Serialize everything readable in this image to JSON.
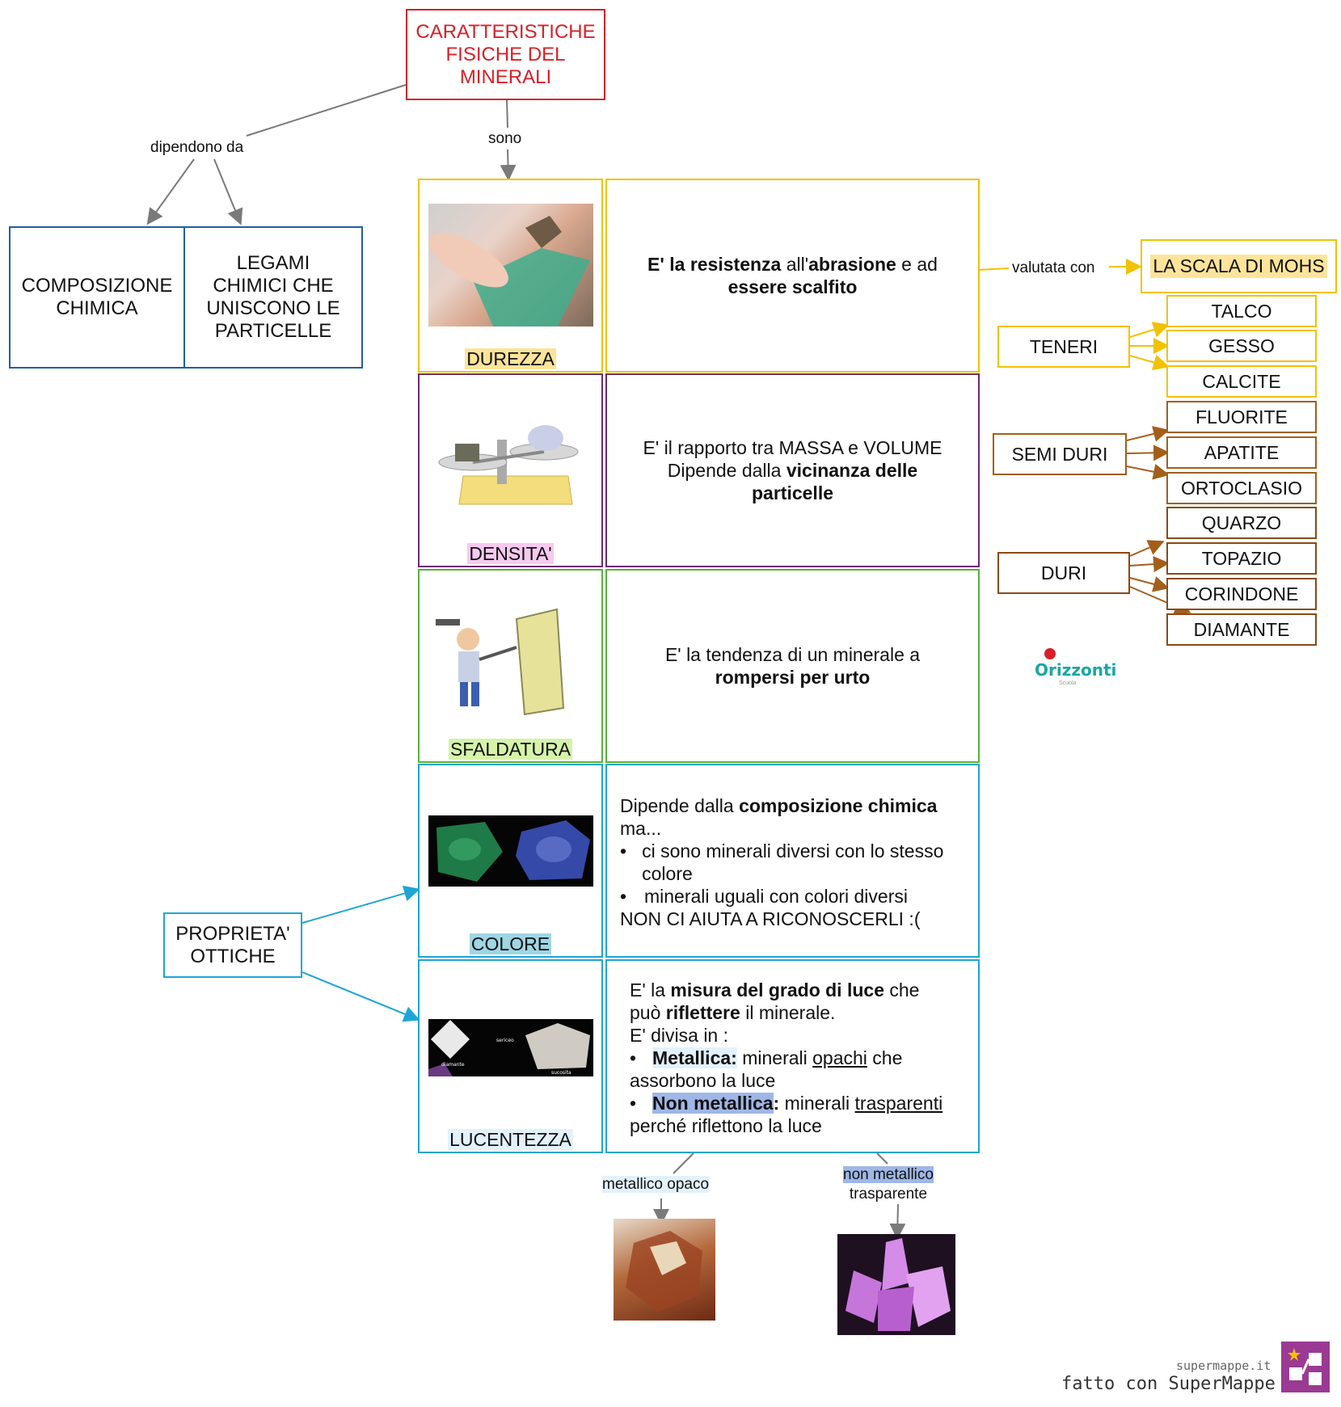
{
  "title": "CARATTERISTICHE FISICHE DEL MINERALI",
  "links": {
    "depends_on": "dipendono da",
    "are": "sono",
    "evaluated_with": "valutata con"
  },
  "left_boxes": {
    "composition": "COMPOSIZIONE CHIMICA",
    "bonds": "LEGAMI CHIMICI CHE UNISCONO LE PARTICELLE"
  },
  "properties": [
    {
      "name": "DUREZZA",
      "color": "#f2c200",
      "highlight": "#fde49a",
      "desc_html": "<b>E' la resistenza</b> all'<b>abrasione</b> e ad <b>essere scalfito</b>"
    },
    {
      "name": "DENSITA'",
      "color": "#6b2a72",
      "highlight": "#f6c9ef",
      "desc_html": "E' il rapporto tra MASSA e VOLUME Dipende dalla <b>vicinanza delle particelle</b>"
    },
    {
      "name": "SFALDATURA",
      "color": "#57b33a",
      "highlight": "#d6f3a9",
      "desc_html": "E' la tendenza di un minerale a <b>rompersi per urto</b>"
    },
    {
      "name": "COLORE",
      "color": "#1ea5d6",
      "highlight": "#9ed6e4",
      "desc_html": ""
    },
    {
      "name": "LUCENTEZZA",
      "color": "#1ea5d6",
      "highlight": "#e3f1fb",
      "desc_html": ""
    }
  ],
  "colore_desc": {
    "line1_pre": "Dipende dalla ",
    "line1_bold": "composizione chimica",
    "line2": "ma...",
    "bullet1": "ci sono minerali diversi con lo stesso colore",
    "bullet2": "minerali uguali con colori diversi",
    "line_last": "NON CI AIUTA A RICONOSCERLI  :("
  },
  "lucentezza_desc": {
    "p1": "E' la ",
    "p1_bold": "misura del grado di luce",
    "p1_end": " che",
    "p2_pre": "può ",
    "p2_bold": "riflettere",
    "p2_end": " il minerale.",
    "p3": "E' divisa in :",
    "b1_bold": "Metallica:",
    "b1_mid": " minerali ",
    "b1_u": "opachi",
    "b1_end": " che assorbono la luce",
    "b2_bold": "Non metallica",
    "b2_colon": ":",
    "b2_mid": " minerali ",
    "b2_u": "trasparenti",
    "b2_end": " perché riflettono la luce"
  },
  "optical": "PROPRIETA' OTTICHE",
  "mohs": {
    "title": "LA SCALA DI MOHS",
    "groups": [
      {
        "name": "TENERI",
        "color": "#f2c200",
        "items": [
          "TALCO",
          "GESSO",
          "CALCITE"
        ]
      },
      {
        "name": "SEMI DURI",
        "color": "#a35f1a",
        "items": [
          "FLUORITE",
          "APATITE",
          "ORTOCLASIO"
        ]
      },
      {
        "name": "DURI",
        "color": "#8a4a14",
        "items": [
          "QUARZO",
          "TOPAZIO",
          "CORINDONE",
          "DIAMANTE"
        ]
      }
    ]
  },
  "shine_examples": {
    "metallic": "metallico opaco",
    "nonmetallic_a": "non metallico",
    "nonmetallic_b": "trasparente"
  },
  "image_texts": {
    "diamante": "diamante",
    "sericeo": "sericeo",
    "sucosita": "sucosita"
  },
  "logo": {
    "text": "Orizzonti",
    "sub": "Scuola"
  },
  "footer": {
    "site": "supermappe.it",
    "made_with": "fatto con SuperMappe"
  }
}
